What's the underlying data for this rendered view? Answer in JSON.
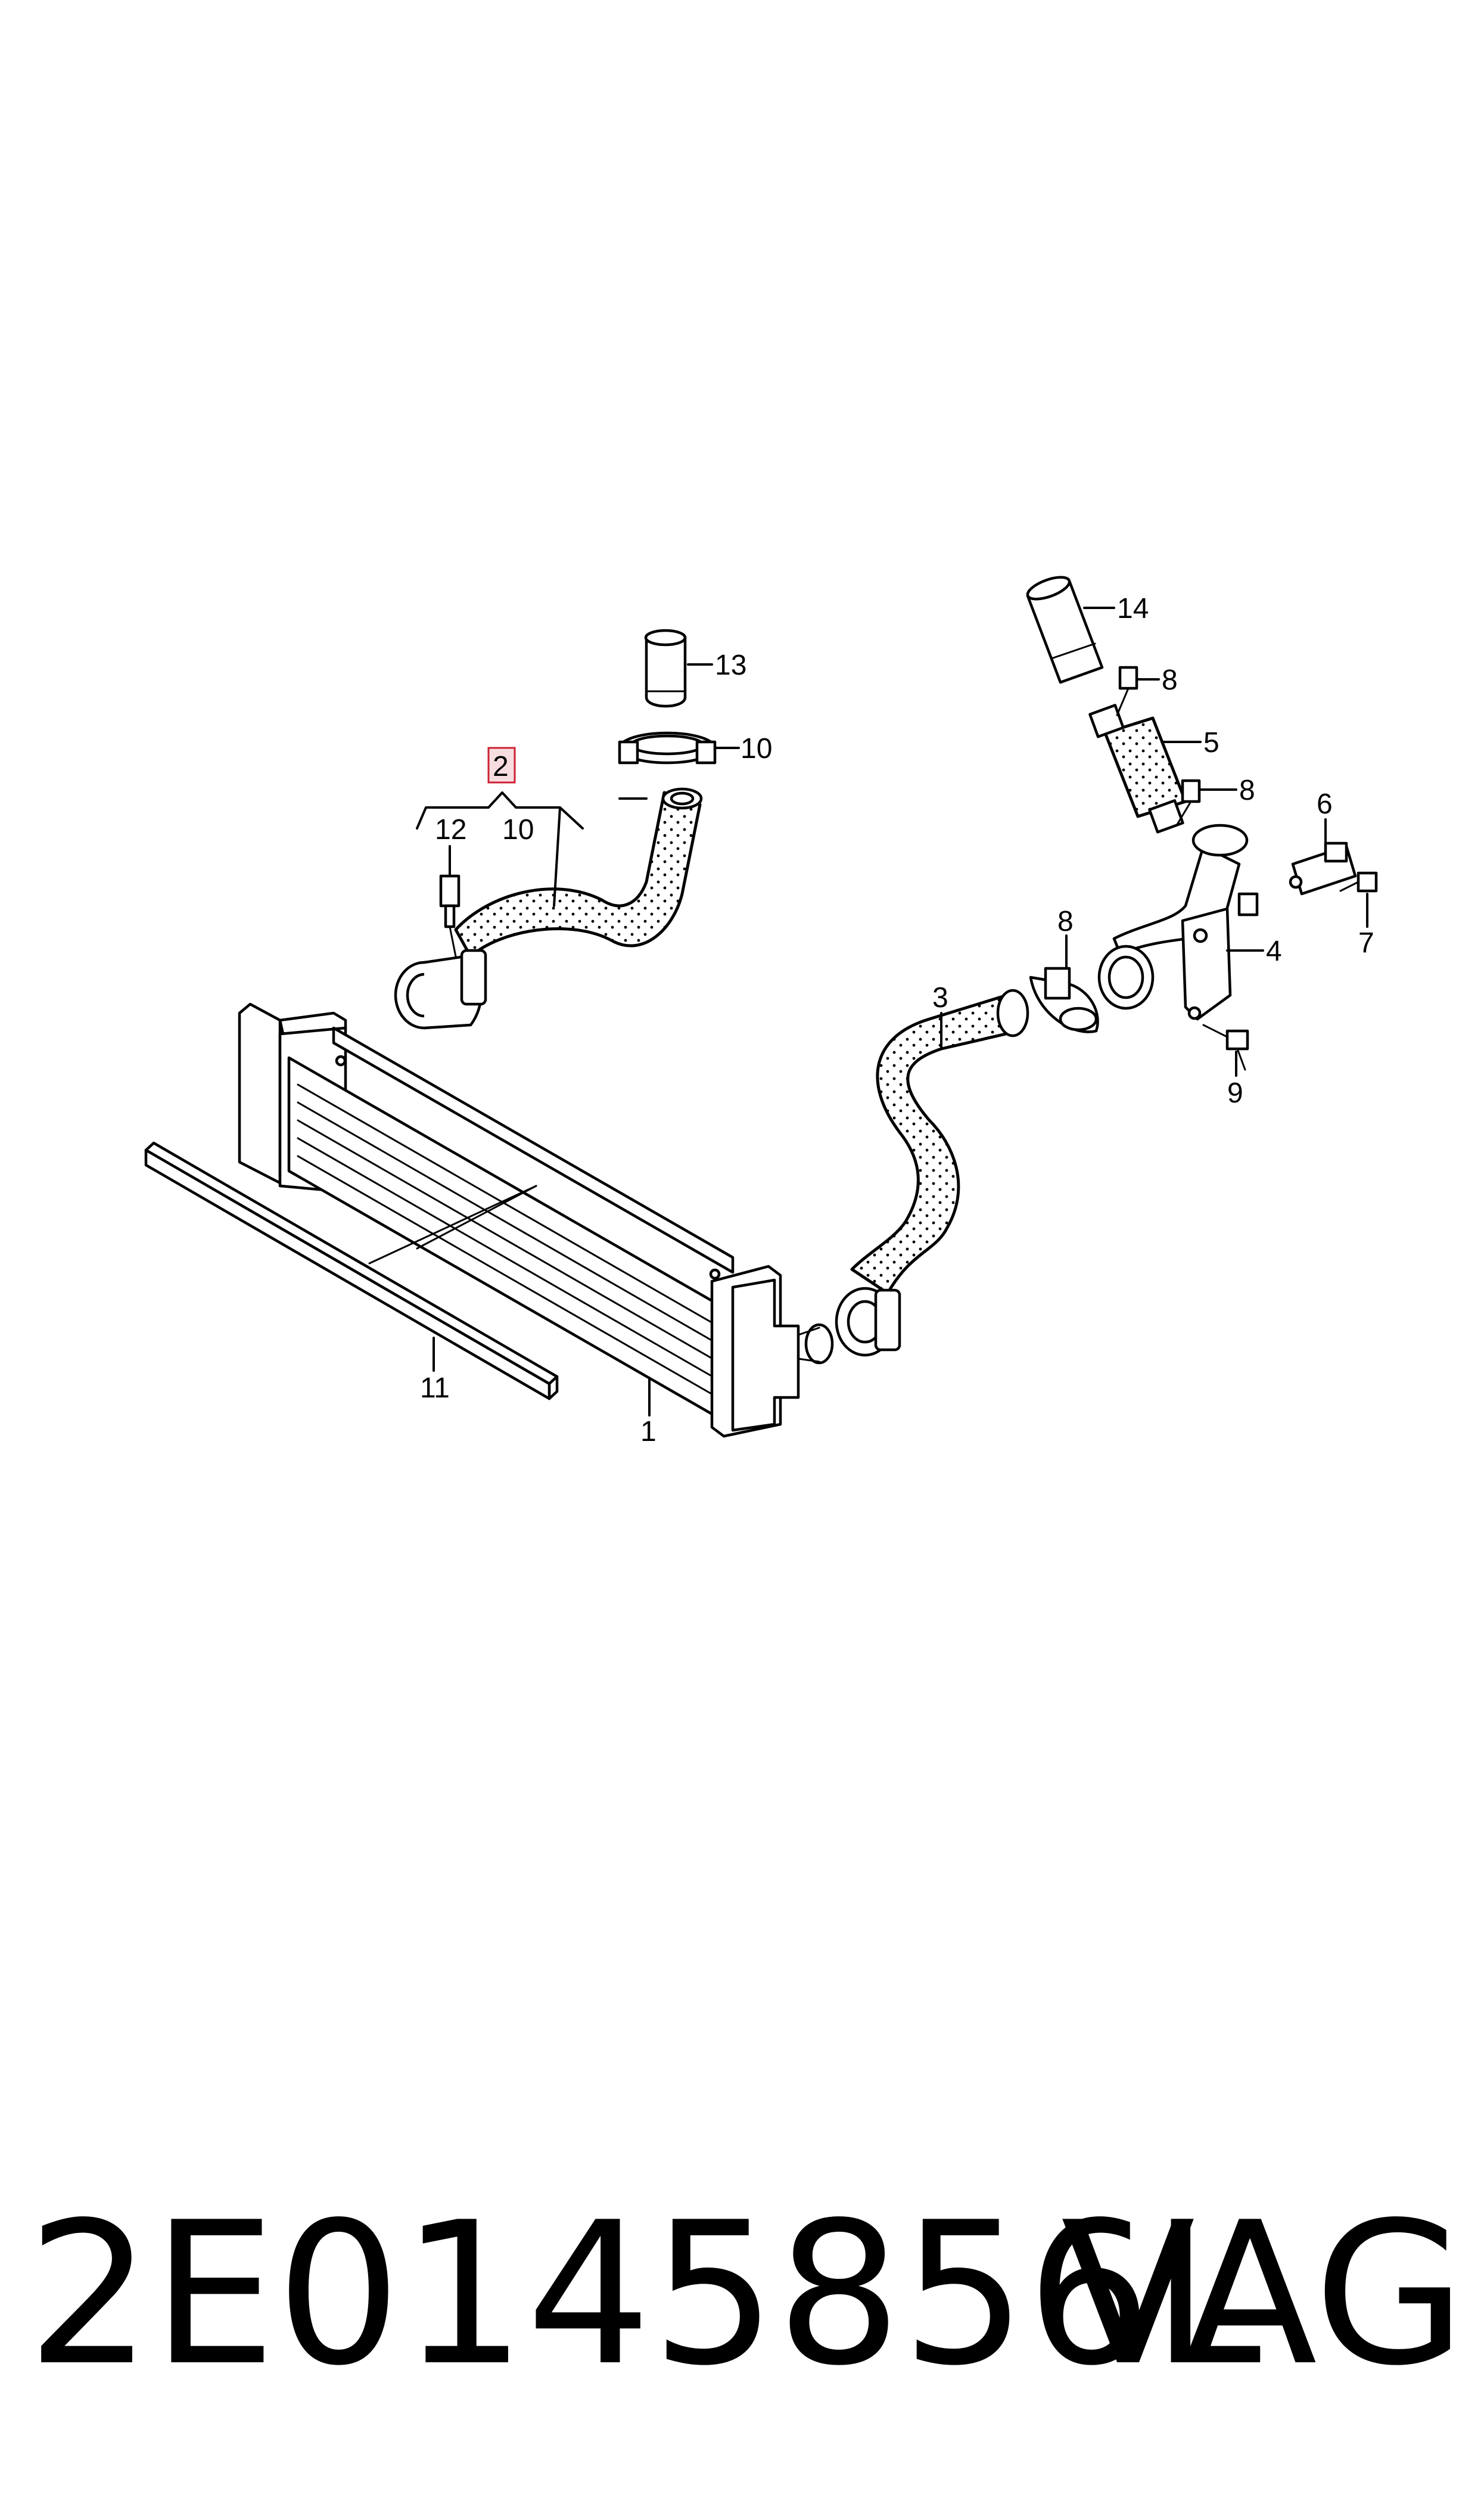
{
  "diagram": {
    "callouts": {
      "c1": "1",
      "c2": "2",
      "c3": "3",
      "c4": "4",
      "c5": "5",
      "c6": "6",
      "c7": "7",
      "c8a": "8",
      "c8b": "8",
      "c8c": "8",
      "c9": "9",
      "c10a": "10",
      "c10b": "10",
      "c11": "11",
      "c12": "12",
      "c13": "13",
      "c14": "14"
    },
    "highlight_color": "#cc2233",
    "line_color": "#000000"
  },
  "footer": {
    "part_number": "2E0145856L",
    "brand": "VAG"
  }
}
